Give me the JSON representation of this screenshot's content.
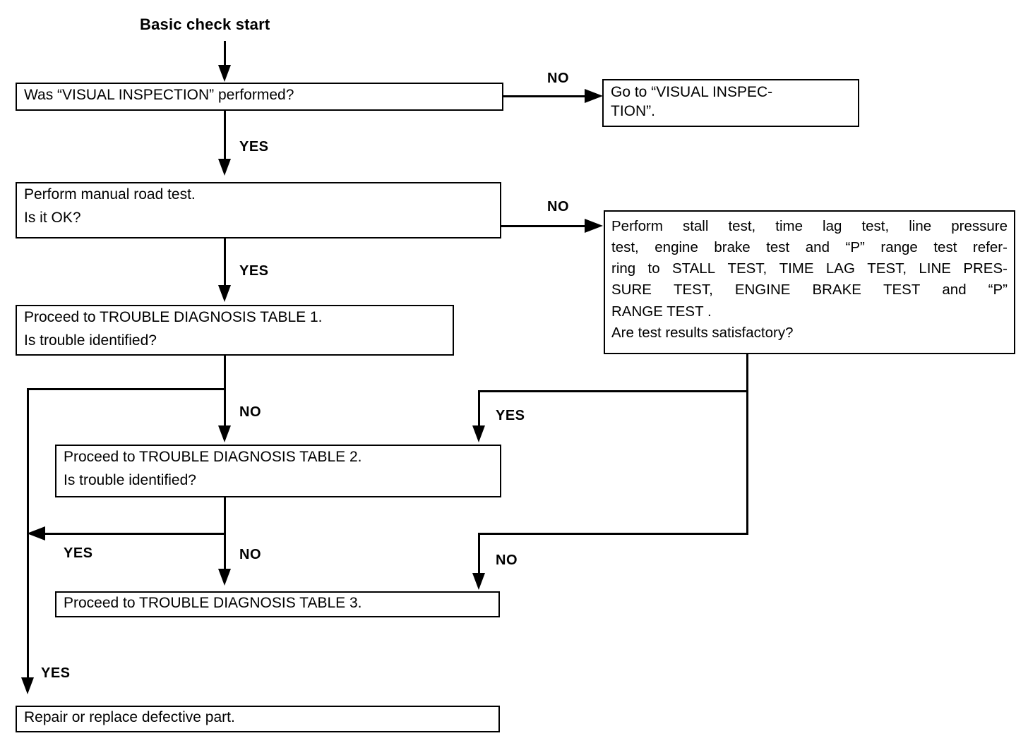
{
  "diagram": {
    "title": "Basic check start",
    "type": "flowchart",
    "nodes": [
      {
        "id": "q-visual-inspection",
        "lines": [
          "Was “VISUAL INSPECTION” performed?"
        ]
      },
      {
        "id": "goto-visual-inspection",
        "lines": [
          "Go  to  “VISUAL  INSPEC-",
          "TION”."
        ]
      },
      {
        "id": "q-manual-road-test",
        "lines": [
          "Perform manual road test.",
          "Is it OK?"
        ]
      },
      {
        "id": "q-stall-test-block",
        "lines": [
          "Perform  stall  test,  time  lag  test,  line  pressure",
          "test, engine brake test and “P” range test refer-",
          "ring to STALL TEST, TIME LAG TEST, LINE PRES-",
          "SURE  TEST,  ENGINE  BRAKE  TEST  and  “P”",
          "RANGE TEST .",
          "Are test results satisfactory?"
        ]
      },
      {
        "id": "q-table-1",
        "lines": [
          "Proceed to TROUBLE DIAGNOSIS TABLE 1.",
          "Is trouble identified?"
        ]
      },
      {
        "id": "q-table-2",
        "lines": [
          "Proceed to TROUBLE DIAGNOSIS TABLE 2.",
          "Is trouble identified?"
        ]
      },
      {
        "id": "act-table-3",
        "lines": [
          "Proceed to TROUBLE DIAGNOSIS TABLE 3."
        ]
      },
      {
        "id": "act-repair",
        "lines": [
          "Repair or replace defective part."
        ]
      }
    ],
    "branch_labels": {
      "no_visual": "NO",
      "yes_visual": "YES",
      "no_roadtest": "NO",
      "yes_roadtest": "YES",
      "no_table1": "NO",
      "yes_stall": "YES",
      "yes_table2": "YES",
      "no_table2": "NO",
      "no_stall": "NO",
      "yes_final": "YES"
    }
  },
  "colors": {
    "ink": "#000000",
    "paper": "#ffffff"
  }
}
